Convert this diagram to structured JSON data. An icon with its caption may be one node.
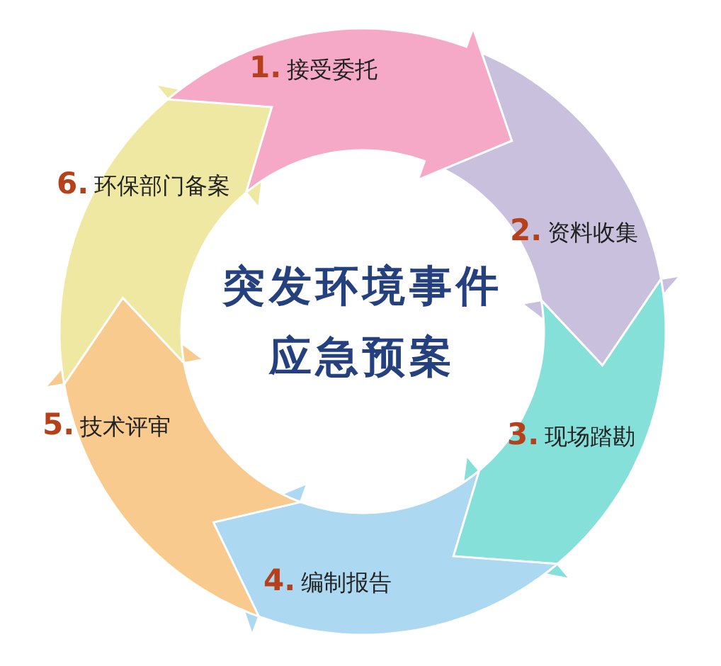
{
  "diagram": {
    "title": "突发环境事件应急预案",
    "nodes": [
      {
        "text": [
          "1.",
          "接受委托"
        ]
      },
      {
        "text": [
          "2.",
          "资料收集"
        ]
      },
      {
        "text": [
          "3.",
          "现场踏勘"
        ]
      },
      {
        "text": [
          "4.",
          "编制报告"
        ]
      },
      {
        "text": [
          "5.",
          "技术评审"
        ]
      },
      {
        "text": [
          "6.",
          "环保部门备案"
        ]
      }
    ]
  }
}
